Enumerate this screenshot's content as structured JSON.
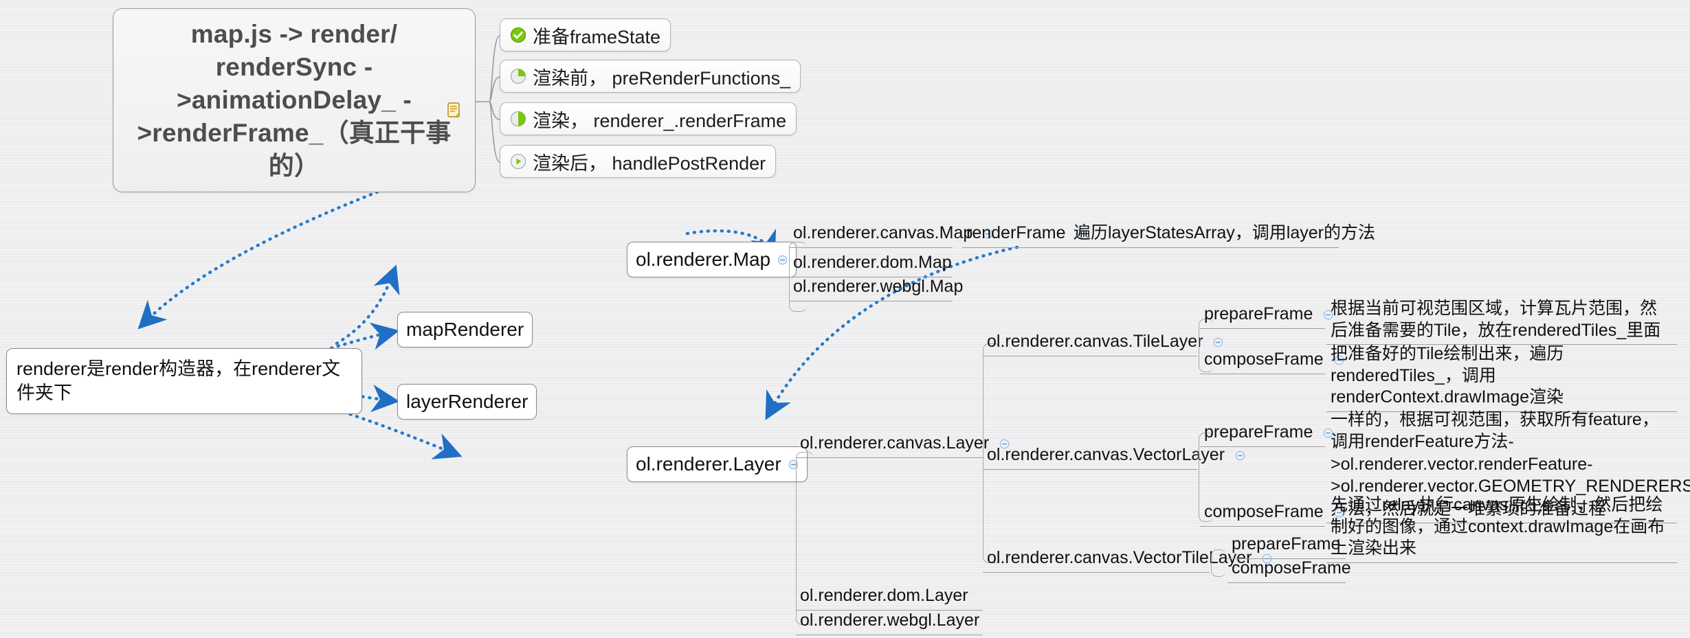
{
  "diagram": {
    "title_root": "map.js -> render/\nrenderSync -\n>animationDelay_ -\n>renderFrame_（真正干事\n的）",
    "note_icon": "note-icon"
  },
  "root_branches": [
    {
      "label": "准备frameState",
      "icon": "progress-complete-icon"
    },
    {
      "label": "渲染前， preRenderFunctions_",
      "icon": "progress-quarter-icon"
    },
    {
      "label": "渲染， renderer_.renderFrame",
      "icon": "progress-half-icon"
    },
    {
      "label": "渲染后， handlePostRender",
      "icon": "progress-start-icon"
    }
  ],
  "left_nodes": {
    "renderer_desc": "renderer是render构造器，在renderer文件夹下",
    "map_renderer": "mapRenderer",
    "layer_renderer": "layerRenderer"
  },
  "map_tree": {
    "root": "ol.renderer.Map",
    "children": [
      {
        "label": "ol.renderer.canvas.Map",
        "has_dot": true
      },
      {
        "label": "ol.renderer.dom.Map",
        "has_dot": false
      },
      {
        "label": "ol.renderer.webgl.Map",
        "has_dot": false
      }
    ],
    "canvas_map_method": "renderFrame",
    "canvas_map_method_desc": "遍历layerStatesArray，调用layer的方法"
  },
  "layer_tree": {
    "root": "ol.renderer.Layer",
    "children": [
      {
        "label": "ol.renderer.canvas.Layer",
        "has_dot": true
      },
      {
        "label": "ol.renderer.dom.Layer",
        "has_dot": false
      },
      {
        "label": "ol.renderer.webgl.Layer",
        "has_dot": false
      }
    ]
  },
  "canvas_layer_children": [
    {
      "label": "ol.renderer.canvas.TileLayer",
      "has_dot": true,
      "methods": [
        {
          "name": "prepareFrame",
          "has_dot": true,
          "desc": "根据当前可视范围区域，计算瓦片范围，然后准备需要的Tile，放在renderedTiles_里面"
        },
        {
          "name": "composeFrame",
          "has_dot": true,
          "desc": "把准备好的Tile绘制出来，遍历renderedTiles_，调用renderContext.drawImage渲染"
        }
      ]
    },
    {
      "label": "ol.renderer.canvas.VectorLayer",
      "has_dot": true,
      "methods": [
        {
          "name": "prepareFrame",
          "has_dot": true,
          "desc": "一样的，根据可视范围，获取所有feature，调用renderFeature方法-\n>ol.renderer.vector.renderFeature-\n>ol.renderer.vector.GEOMETRY_RENDERERS_[simplifiedGeometry.getType()]方法，然后就是一堆繁琐的准备过程"
        },
        {
          "name": "composeFrame",
          "has_dot": true,
          "desc": "先通过relay执行canvas原生绘制，然后把绘制好的图像，通过context.drawImage在画布上渲染出来"
        }
      ]
    },
    {
      "label": "ol.renderer.canvas.VectorTileLayer",
      "has_dot": true,
      "methods": [
        {
          "name": "prepareFrame",
          "has_dot": false,
          "desc": ""
        },
        {
          "name": "composeFrame",
          "has_dot": false,
          "desc": ""
        }
      ]
    }
  ],
  "colors": {
    "link": "#1f6fc4",
    "node_border": "#8c8c8c",
    "text": "#111111",
    "root_text": "#4d4d4d",
    "progress_green": "#7ac70c",
    "note_gold": "#b8860b"
  }
}
